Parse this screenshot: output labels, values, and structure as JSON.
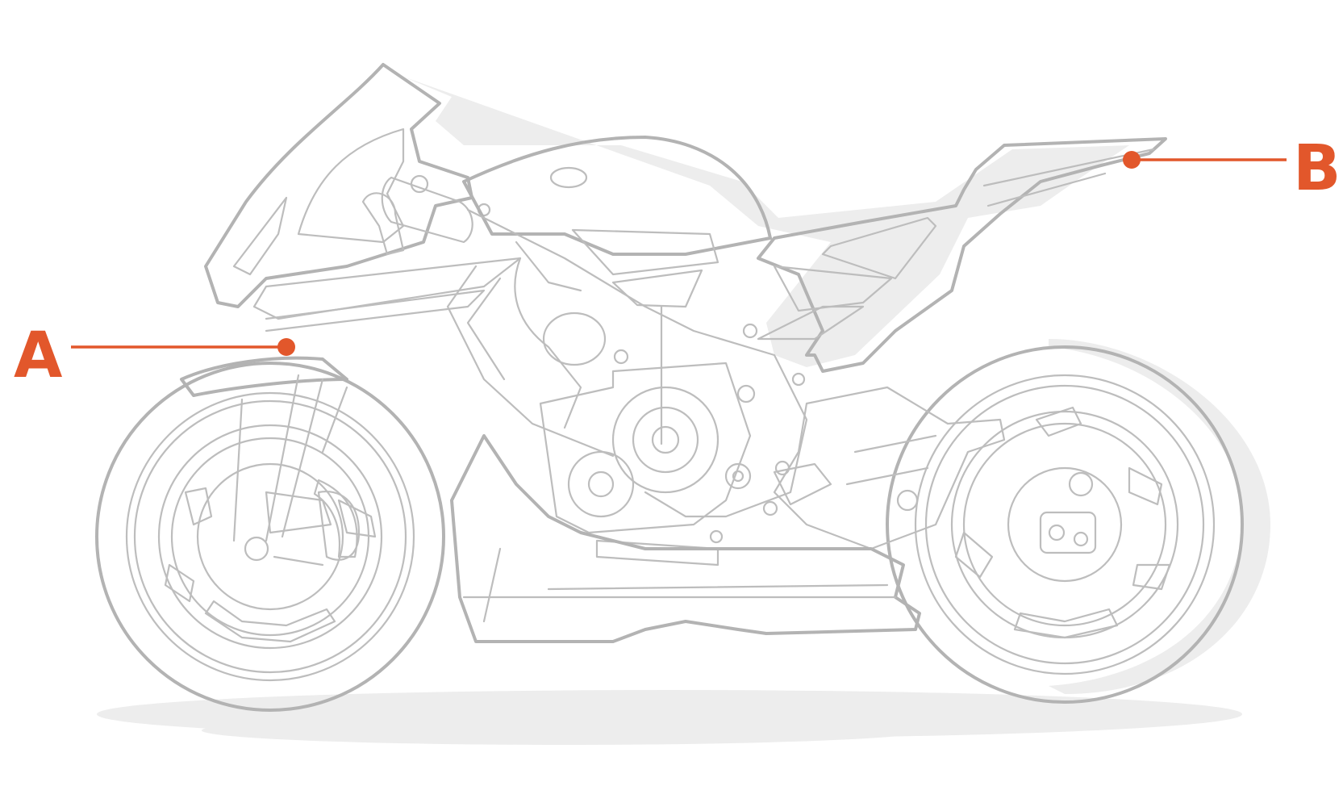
{
  "diagram": {
    "accent_color": "#e2572b",
    "line_color": "#b8b8b8",
    "shadow_color": "#ededed",
    "callouts": [
      {
        "id": "A",
        "label": "A"
      },
      {
        "id": "B",
        "label": "B"
      }
    ]
  }
}
